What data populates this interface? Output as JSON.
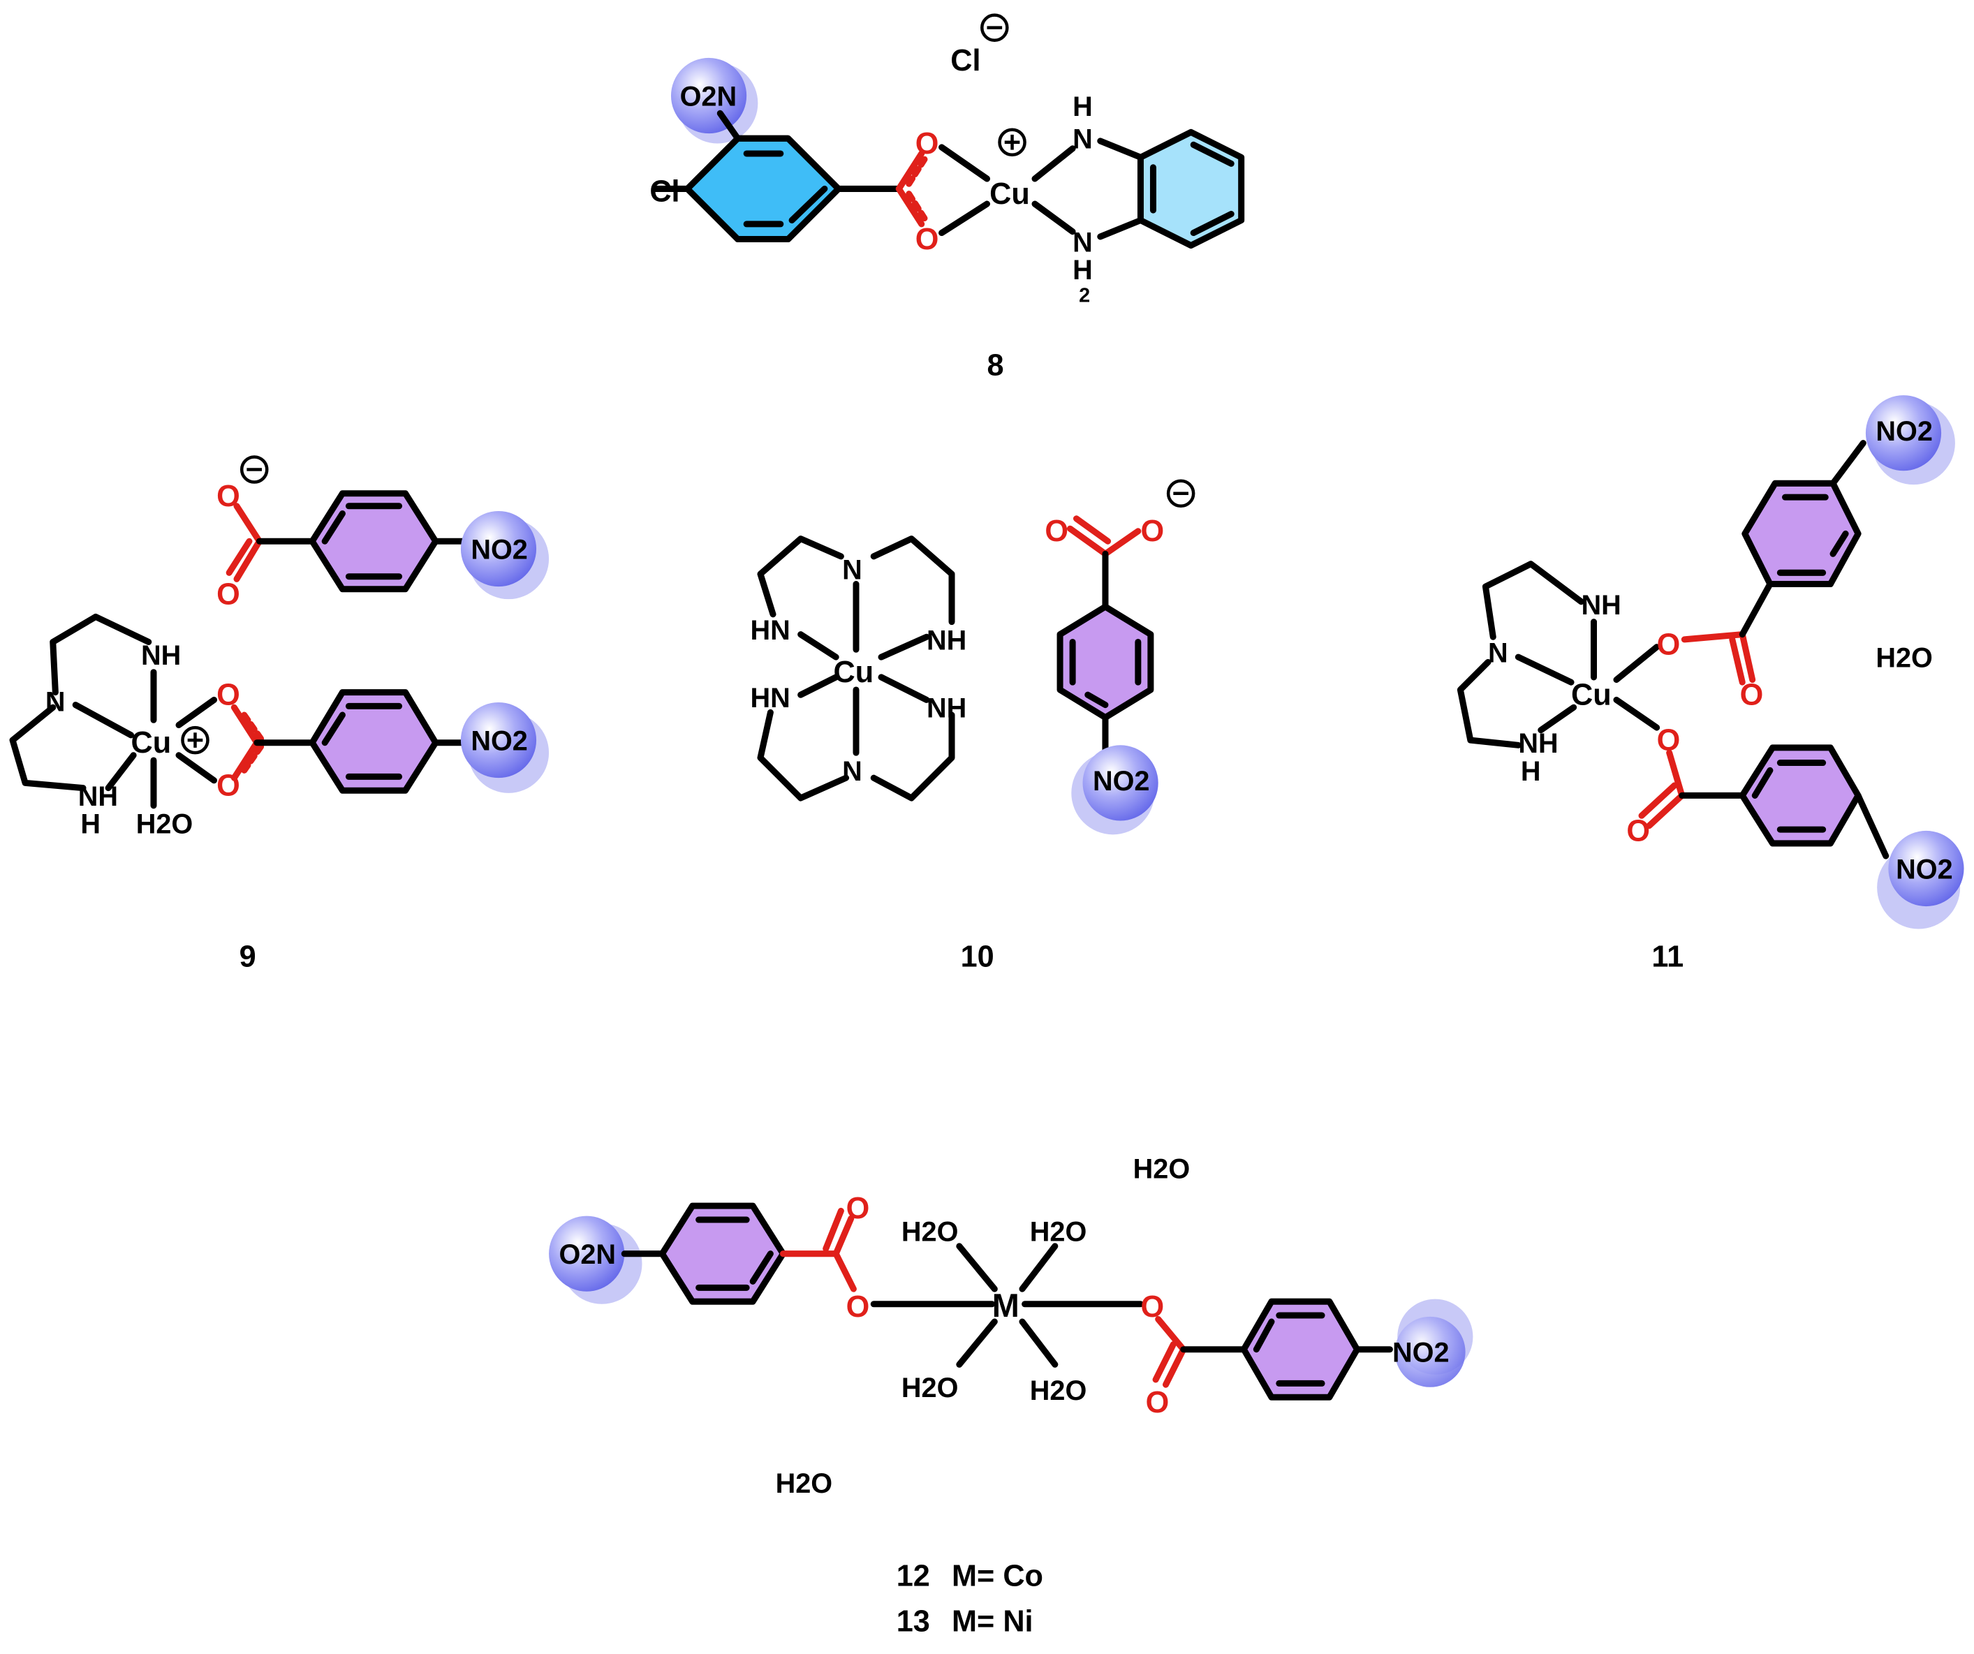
{
  "palette": {
    "bond": "#000000",
    "carboxylate": "#e0201a",
    "ring_blue": "#3fbdf7",
    "ring_light_blue": "#a6e2fb",
    "ring_purple": "#c79af0",
    "nitro_sphere": "#7a7df0",
    "nitro_shadow": "#c8c9f7"
  },
  "compounds": {
    "c8": {
      "label": "8",
      "counterion": "Cl",
      "metal": "Cu",
      "left_substituent": "Cl",
      "nitro": "O2N",
      "nh_top": "NH",
      "nh_bottom": "NH",
      "nh2_sub": "2"
    },
    "c9": {
      "label": "9",
      "metal": "Cu",
      "amine_n": "N",
      "nh_top": "NH",
      "nh_bottom": "NH",
      "nh_bottom_h": "H",
      "water": "H2O",
      "nitro": "NO2"
    },
    "c10": {
      "label": "10",
      "metal": "Cu",
      "n_top": "N",
      "n_bottom": "N",
      "hn_left_top": "HN",
      "nh_right_top": "NH",
      "hn_left_bottom": "HN",
      "nh_right_bottom": "NH",
      "nitro": "NO2"
    },
    "c11": {
      "label": "11",
      "metal": "Cu",
      "amine_n": "N",
      "nh_top": "NH",
      "nh_bottom": "NH",
      "nh_bottom_h": "H",
      "water": "H2O",
      "nitro": "NO2"
    },
    "c12_13": {
      "metal": "M",
      "water": "H2O",
      "nitro_left": "O2N",
      "nitro_right": "NO2",
      "legend": [
        {
          "num": "12",
          "text": "M= Co"
        },
        {
          "num": "13",
          "text": "M= Ni"
        }
      ]
    }
  },
  "atoms": {
    "oxygen": "O",
    "charge_plus": "+",
    "charge_minus": "−"
  }
}
